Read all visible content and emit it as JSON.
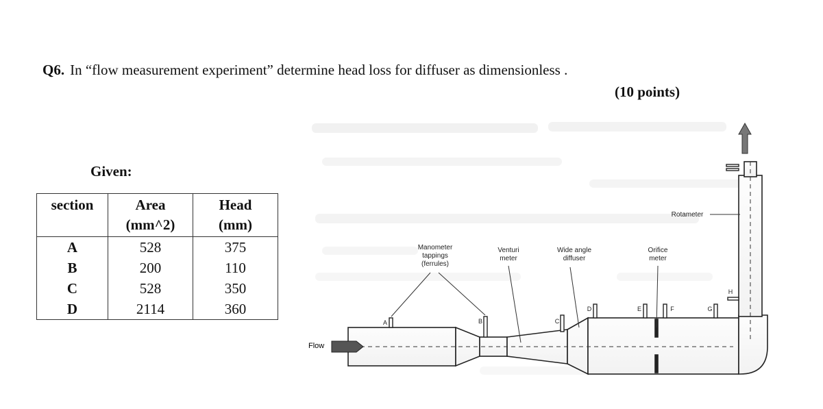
{
  "question": {
    "number": "Q6.",
    "text": "In “flow measurement experiment” determine head loss for diffuser  as dimensionless .",
    "points": "(10 points)"
  },
  "given_label": "Given:",
  "table": {
    "headers": {
      "section": "section",
      "area_line1": "Area",
      "area_line2": "(mm^2)",
      "head_line1": "Head",
      "head_line2": "(mm)"
    },
    "rows": [
      {
        "section": "A",
        "area": "528",
        "head": "375"
      },
      {
        "section": "B",
        "area": "200",
        "head": "110"
      },
      {
        "section": "C",
        "area": "528",
        "head": "350"
      },
      {
        "section": "D",
        "area": "2114",
        "head": "360"
      }
    ]
  },
  "diagram": {
    "labels": {
      "manometer_1": "Manometer",
      "manometer_2": "tappings",
      "manometer_3": "(ferrules)",
      "venturi_1": "Venturi",
      "venturi_2": "meter",
      "diffuser_1": "Wide angle",
      "diffuser_2": "diffuser",
      "orifice_1": "Orifice",
      "orifice_2": "meter",
      "rotameter": "Rotameter",
      "flow": "Flow",
      "tap_a": "A",
      "tap_b": "B",
      "tap_c": "C",
      "tap_d": "D",
      "tap_e": "E",
      "tap_f": "F",
      "tap_g": "G",
      "tap_h": "H"
    },
    "arrow_color": "#888888"
  }
}
